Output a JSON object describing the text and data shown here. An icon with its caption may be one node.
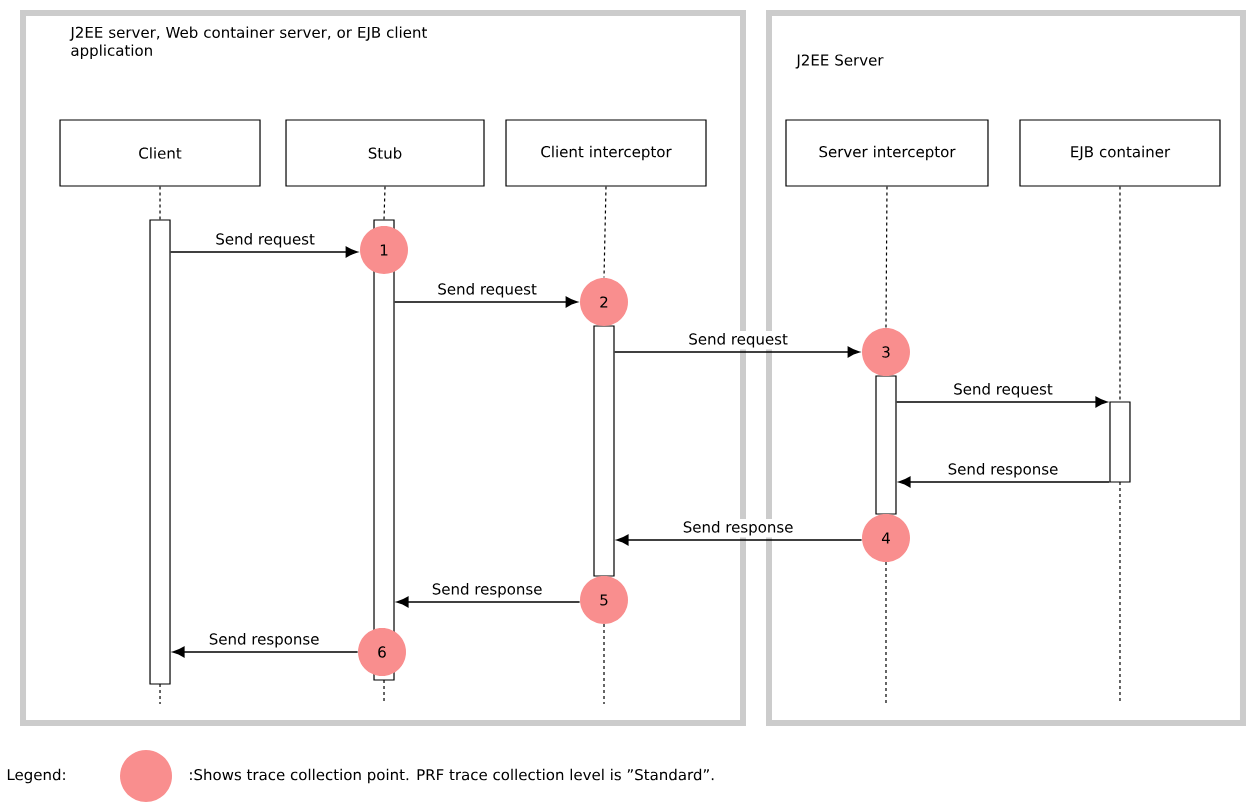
{
  "diagram": {
    "nodes": [
      {
        "text": [
          "J2EE server, Web container server, or EJB client application"
        ]
      },
      {
        "text": [
          "Client"
        ],
        "in": 0
      },
      {
        "text": [
          "Stub"
        ],
        "in": 0
      },
      {
        "text": [
          "Client interceptor"
        ],
        "in": 0
      },
      {
        "text": [
          "J2EE Server"
        ]
      },
      {
        "text": [
          "Server interceptor"
        ],
        "in": 4
      },
      {
        "text": [
          "EJB container"
        ],
        "in": 4
      },
      {
        "text": [],
        "shape": "bar",
        "in": 0
      },
      {
        "text": [],
        "shape": "bar",
        "in": 0
      },
      {
        "text": [],
        "shape": "bar",
        "in": 0
      },
      {
        "text": [],
        "shape": "bar",
        "in": 4
      },
      {
        "text": [],
        "shape": "bar",
        "in": 4
      },
      {
        "text": [
          "1"
        ],
        "in": 0
      },
      {
        "text": [
          "2"
        ],
        "in": 0
      },
      {
        "text": [
          "3"
        ],
        "in": 4
      },
      {
        "text": [
          "4"
        ],
        "in": 4
      },
      {
        "text": [
          "5"
        ],
        "in": 0
      },
      {
        "text": [
          "6"
        ],
        "in": 0
      }
    ],
    "edges": [
      {
        "from": 1,
        "to": 7,
        "arrow": "none",
        "style": "dashed"
      },
      {
        "from": 2,
        "to": 8,
        "arrow": "none",
        "style": "dashed"
      },
      {
        "from": 3,
        "to": 13,
        "arrow": "none",
        "style": "dashed"
      },
      {
        "from": 5,
        "to": 14,
        "arrow": "none",
        "style": "dashed"
      },
      {
        "from": 6,
        "to": 11,
        "arrow": "none",
        "style": "dashed"
      },
      {
        "from": 7,
        "to": 12,
        "arrow": "to",
        "label": "Send request"
      },
      {
        "from": 8,
        "to": 13,
        "arrow": "to",
        "label": "Send request"
      },
      {
        "from": 9,
        "to": 14,
        "arrow": "to",
        "label": "Send request"
      },
      {
        "from": 10,
        "to": 11,
        "arrow": "to",
        "label": "Send request"
      },
      {
        "from": 11,
        "to": 10,
        "arrow": "to",
        "label": "Send response"
      },
      {
        "from": 15,
        "to": 9,
        "arrow": "to",
        "label": "Send response"
      },
      {
        "from": 16,
        "to": 8,
        "arrow": "to",
        "label": "Send response"
      },
      {
        "from": 17,
        "to": 7,
        "arrow": "to",
        "label": "Send response"
      }
    ],
    "labels": [
      "Legend:"
    ],
    "legend": [
      {
        "text": ":Shows trace collection point. PRF trace collection level is ”Standard”.",
        "color": "#f98e8e"
      }
    ]
  }
}
